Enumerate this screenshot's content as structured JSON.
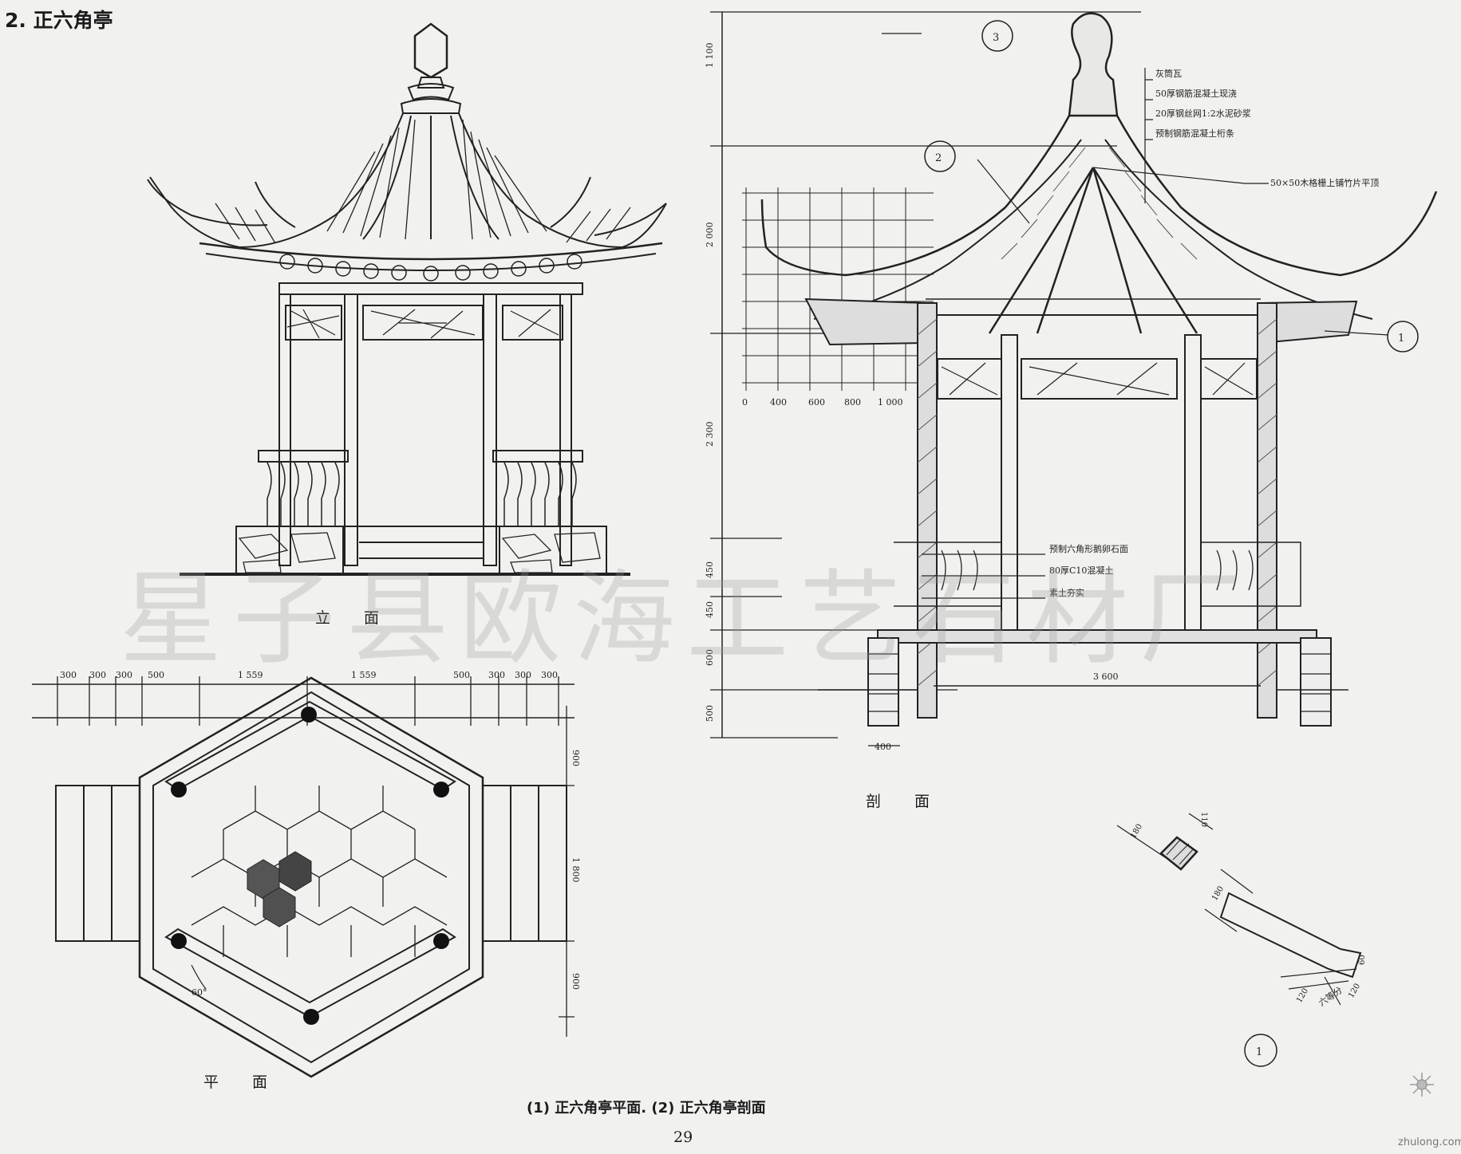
{
  "title": "2. 正六角亭",
  "views": {
    "elevation_label": "立  面",
    "plan_label": "平  面",
    "section_label": "剖  面"
  },
  "plan_dims": {
    "top": [
      "300",
      "300",
      "300",
      "500",
      "1 559",
      "1 559",
      "500",
      "300",
      "300",
      "300"
    ],
    "right": [
      "900",
      "1 800",
      "900"
    ],
    "angle": "60°"
  },
  "section_dims": {
    "vertical": [
      "1 100",
      "2 000",
      "2 300",
      "450",
      "450",
      "600",
      "500"
    ],
    "horizontal": "3 600",
    "footing": "400",
    "scale_ticks": [
      "0",
      "400",
      "600",
      "800",
      "1 000"
    ]
  },
  "roof_notes": [
    "灰筒瓦",
    "50厚钢筋混凝土现浇",
    "20厚钢丝网1:2水泥砂浆",
    "预制钢筋混凝土桁条"
  ],
  "ceiling_note": "50×50木格栅上铺竹片平顶",
  "floor_notes": [
    "预制六角形鹅卵石面",
    "80厚C10混凝土",
    "素土夯实"
  ],
  "detail": {
    "dims": [
      "180",
      "110",
      "180",
      "60",
      "120",
      "120"
    ],
    "note": "六等分",
    "marker": "1"
  },
  "markers": [
    "1",
    "2",
    "3"
  ],
  "caption": "(1) 正六角亭平面. (2) 正六角亭剖面",
  "page_number": "29",
  "watermark": "星子县欧海工艺石材厂",
  "brand": "zhulong.com"
}
